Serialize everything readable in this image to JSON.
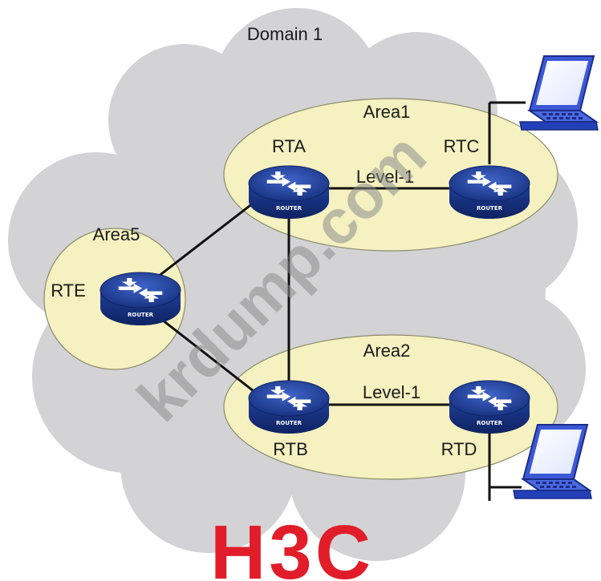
{
  "domain": {
    "label": "Domain 1"
  },
  "areas": [
    {
      "id": "area1",
      "label": "Area1"
    },
    {
      "id": "area2",
      "label": "Area2"
    },
    {
      "id": "area5",
      "label": "Area5"
    }
  ],
  "routers": [
    {
      "id": "rta",
      "name": "RTA",
      "badge": "ROUTER"
    },
    {
      "id": "rtb",
      "name": "RTB",
      "badge": "ROUTER"
    },
    {
      "id": "rtc",
      "name": "RTC",
      "badge": "ROUTER"
    },
    {
      "id": "rtd",
      "name": "RTD",
      "badge": "ROUTER"
    },
    {
      "id": "rte",
      "name": "RTE",
      "badge": "ROUTER"
    }
  ],
  "links": [
    {
      "id": "rta-rtc",
      "label": "Level-1"
    },
    {
      "id": "rtb-rtd",
      "label": "Level-1"
    },
    {
      "id": "rta-rtb",
      "label": ""
    },
    {
      "id": "rte-rta",
      "label": ""
    },
    {
      "id": "rte-rtb",
      "label": ""
    }
  ],
  "watermark": {
    "text": "krdump.com"
  },
  "logo": {
    "text": "H3C"
  },
  "colors": {
    "cloud": "#d3d3d5",
    "area_fill": "#f5f1c0",
    "router_blue": "#1e3f9e",
    "laptop_blue": "#3b58d6",
    "logo_red": "#e21d2a",
    "watermark": "#8c8c8c"
  }
}
